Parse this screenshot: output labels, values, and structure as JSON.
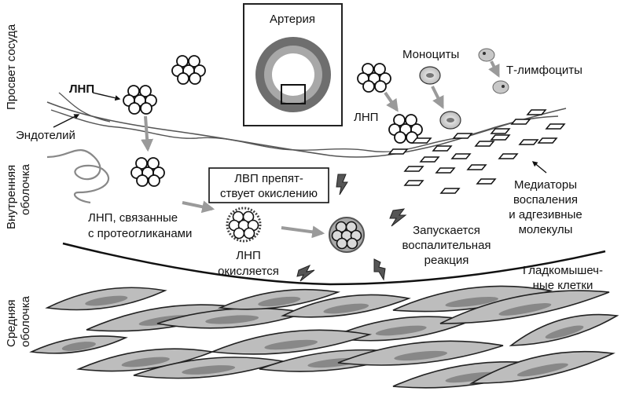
{
  "labels": {
    "vessel_lumen": "Просвет сосуда",
    "artery": "Артерия",
    "ldl_top": "ЛНП",
    "endothelium": "Эндотелий",
    "inner_layer_line1": "Внутренняя",
    "inner_layer_line2": "оболочка",
    "ldl_bound_line1": "ЛНП, связанные",
    "ldl_bound_line2": "с протеогликанами",
    "hdl_line1": "ЛВП препят-",
    "hdl_line2": "ствует окислению",
    "ldl_oxidized_line1": "ЛНП",
    "ldl_oxidized_line2": "окисляется",
    "monocytes": "Моноциты",
    "t_lymphocytes": "Т-лимфоциты",
    "ldl_right": "ЛНП",
    "mediators_line1": "Медиаторы",
    "mediators_line2": "воспаления",
    "mediators_line3": "и адгезивные",
    "mediators_line4": "молекулы",
    "inflammation_line1": "Запускается",
    "inflammation_line2": "воспалительная",
    "inflammation_line3": "реакция",
    "middle_layer_line1": "Средняя",
    "middle_layer_line2": "оболочка",
    "smooth_muscle_line1": "Гладкомышеч-",
    "smooth_muscle_line2": "ные клетки"
  },
  "colors": {
    "line": "#222222",
    "arrow_gray": "#9a9a9a",
    "cell_fill": "#bdbdbd",
    "nucleus_fill": "#888888",
    "ring_dark": "#6e6e6e",
    "ring_mid": "#a8a8a8"
  }
}
